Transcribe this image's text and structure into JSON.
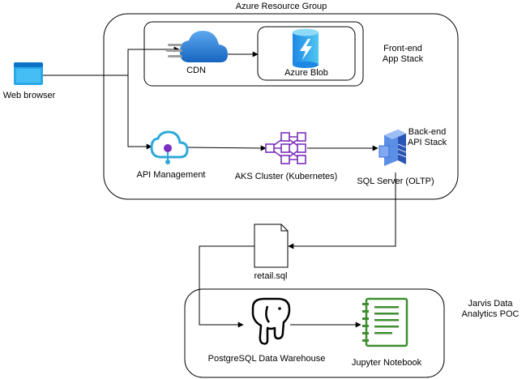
{
  "groups": {
    "azure": "Azure Resource Group",
    "frontend": [
      "Front-end",
      "App Stack"
    ],
    "backend": [
      "Back-end",
      "API Stack"
    ],
    "jarvis": [
      "Jarvis Data",
      "Analytics POC"
    ]
  },
  "nodes": {
    "web_browser": "Web browser",
    "cdn": "CDN",
    "azure_blob": "Azure Blob",
    "api_management": "API Management",
    "aks": "AKS Cluster (Kubernetes)",
    "sql_server": "SQL Server (OLTP)",
    "retail_sql": "retail.sql",
    "postgres": "PostgreSQL Data Warehouse",
    "jupyter": "Jupyter Notebook"
  },
  "colors": {
    "azure_blue": "#1E88E5",
    "azure_light": "#50C7F1",
    "aks_purple": "#7B2FBE",
    "sql_blue": "#3B6FD8",
    "jupyter_green": "#3E8E2F",
    "line": "#000000"
  },
  "icons": {
    "web_browser": "browser-window-icon",
    "cdn": "cloud-icon",
    "azure_blob": "storage-cylinder-icon",
    "api_management": "api-gateway-icon",
    "aks": "kubernetes-cluster-icon",
    "sql_server": "database-server-icon",
    "retail_sql": "document-icon",
    "postgres": "elephant-icon",
    "jupyter": "notebook-icon"
  }
}
